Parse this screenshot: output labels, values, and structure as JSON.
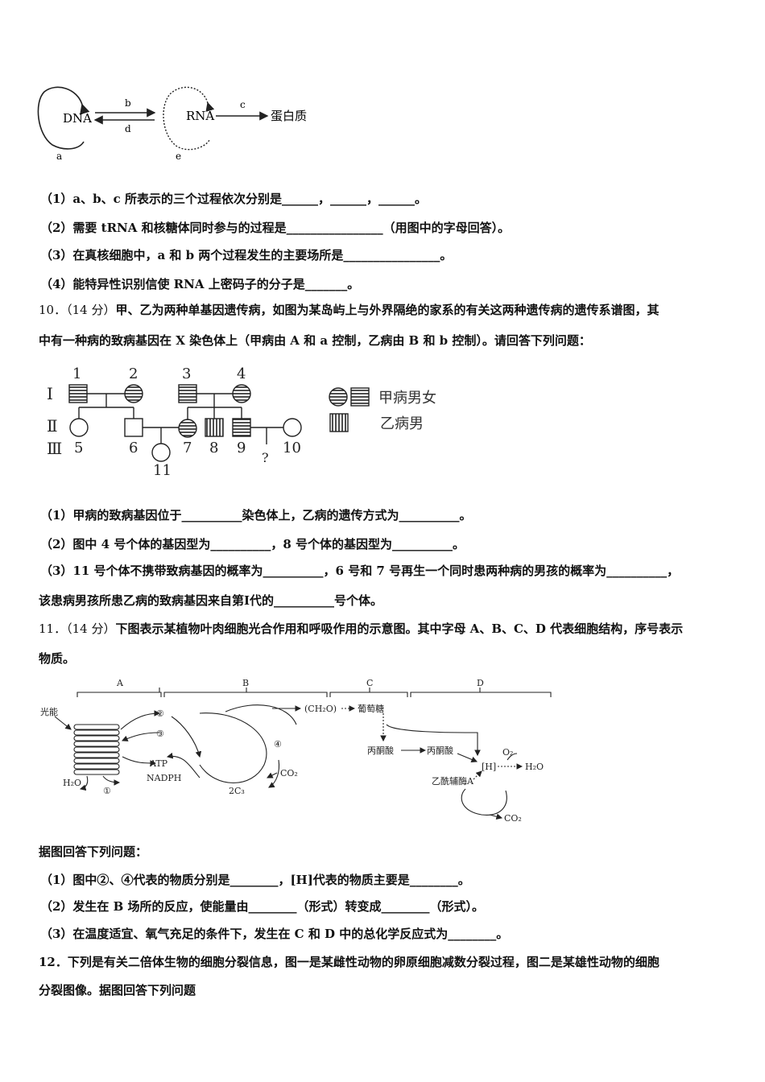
{
  "fig_dna": {
    "dna": "DNA",
    "rna": "RNA",
    "protein": "蛋白质",
    "a": "a",
    "b": "b",
    "c": "c",
    "d": "d",
    "e": "e"
  },
  "q9": {
    "s1": "（1）a、b、c 所表示的三个过程依次分别是______，______，______。",
    "s2": "（2）需要 tRNA 和核糖体同时参与的过程是________________（用图中的字母回答）。",
    "s3": "（3）在真核细胞中，a 和 b 两个过程发生的主要场所是________________。",
    "s4": "（4）能特异性识别信使 RNA 上密码子的分子是_______。"
  },
  "q10": {
    "num": "10．（14 分）",
    "stem1": "甲、乙为两种单基因遗传病，如图为某岛屿上与外界隔绝的家系的有关这两种遗传病的遗传系谱图，其",
    "stem2": "中有一种病的致病基因在 X 染色体上（甲病由 A 和 a 控制，乙病由 B 和 b 控制）。请回答下列问题：",
    "s1": "（1）甲病的致病基因位于__________染色体上，乙病的遗传方式为__________。",
    "s2": "（2）图中 4 号个体的基因型为__________，8 号个体的基因型为__________。",
    "s3": "（3）11 号个体不携带致病基因的概率为__________，6 号和 7 号再生一个同时患两种病的男孩的概率为__________，",
    "s4": "该患病男孩所患乙病的致病基因来自第Ⅰ代的__________号个体。"
  },
  "pedigree": {
    "gen1": "Ⅰ",
    "gen2": "Ⅱ",
    "gen3": "Ⅲ",
    "n1": "1",
    "n2": "2",
    "n3": "3",
    "n4": "4",
    "n5": "5",
    "n6": "6",
    "n7": "7",
    "n8": "8",
    "n9": "9",
    "n10": "10",
    "n11": "11",
    "unknown": "?",
    "legend_a": "甲病男女",
    "legend_b": "乙病男"
  },
  "q11": {
    "num": "11．（14 分）",
    "stem1": "下图表示某植物叶肉细胞光合作用和呼吸作用的示意图。其中字母 A、B、C、D 代表细胞结构，序号表示",
    "stem2": "物质。",
    "lead": "据图回答下列问题：",
    "s1": "（1）图中②、④代表的物质分别是________，[H]代表的物质主要是________。",
    "s2": "（2）发生在 B 场所的反应，使能量由________（形式）转变成________（形式）。",
    "s3": "（3）在温度适宜、氧气充足的条件下，发生在 C 和 D 中的总化学反应式为________。"
  },
  "fig_photo": {
    "A": "A",
    "B": "B",
    "C": "C",
    "D": "D",
    "light": "光能",
    "h2o": "H₂O",
    "c1": "①",
    "c2": "②",
    "c3": "③",
    "c4": "④",
    "atp": "ATP",
    "nadph": "NADPH",
    "c3cmp": "2C₃",
    "co2": "CO₂",
    "ch2o": "(CH₂O)",
    "glucose": "葡萄糖",
    "pyr1": "丙酮酸",
    "pyr2": "丙酮酸",
    "h": "[H]",
    "o2": "O₂",
    "h2o_out": "H₂O",
    "acoa": "乙酰辅酶A",
    "co2_out": "CO₂"
  },
  "q12": {
    "stem1": "12．下列是有关二倍体生物的细胞分裂信息，图一是某雌性动物的卵原细胞减数分裂过程，图二是某雄性动物的细胞",
    "stem2": "分裂图像。据图回答下列问题"
  }
}
